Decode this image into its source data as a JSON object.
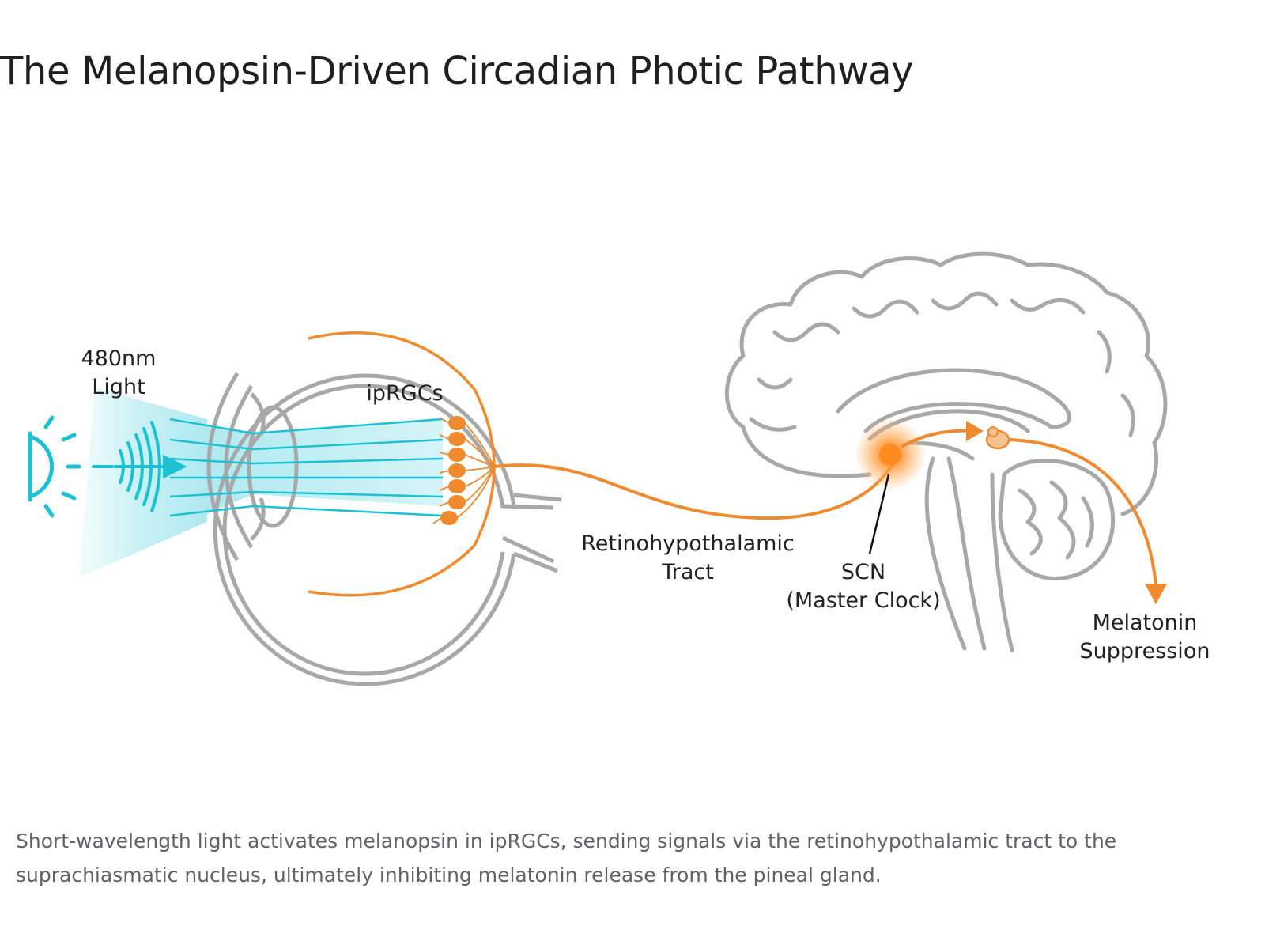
{
  "title": "The Melanopsin-Driven Circadian Photic Pathway",
  "labels": {
    "light_line1": "480nm",
    "light_line2": "Light",
    "iprgcs": "ipRGCs",
    "tract_line1": "Retinohypothalamic",
    "tract_line2": "Tract",
    "scn_line1": "SCN",
    "scn_line2": "(Master Clock)",
    "melatonin_line1": "Melatonin",
    "melatonin_line2": "Suppression"
  },
  "caption": "Short-wavelength light activates melanopsin in ipRGCs, sending signals via the retinohypothalamic tract to the suprachiasmatic nucleus, ultimately inhibiting melatonin release from the pineal gland.",
  "colors": {
    "light": "#1cc2d4",
    "neural": "#f08a2e",
    "outline": "#a8a8a8",
    "text": "#222222",
    "caption": "#5f6368"
  },
  "icons": [
    "light-bulb-icon",
    "light-wave-icon",
    "eye-illustration",
    "brain-illustration"
  ]
}
